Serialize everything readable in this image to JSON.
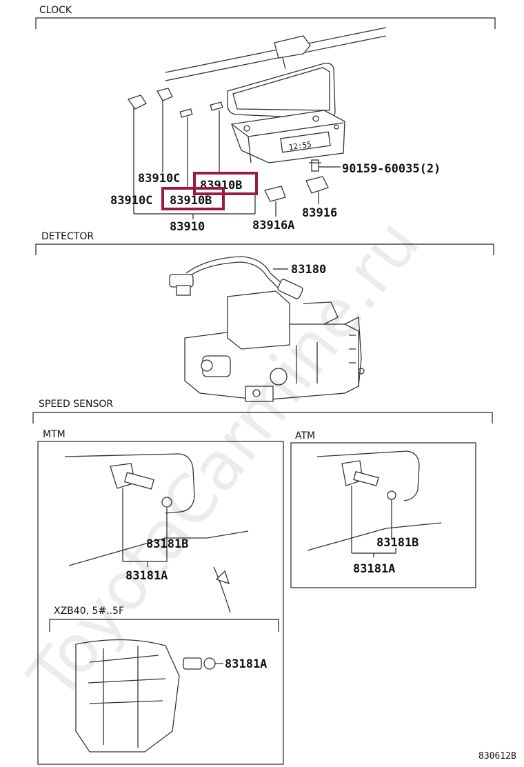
{
  "sections": {
    "clock": "CLOCK",
    "detector": "DETECTOR",
    "speed_sensor": "SPEED SENSOR",
    "mtm": "MTM",
    "atm": "ATM",
    "xzb": "XZB40, 5#..5F"
  },
  "parts": {
    "p83910C_upper": "83910C",
    "p83910B_upper": "83910B",
    "p83910C_lower": "83910C",
    "p83910B_lower": "83910B",
    "p83910": "83910",
    "p83916A": "83916A",
    "p83916": "83916",
    "p90159": "90159-60035(2)",
    "p83180": "83180",
    "mtm_83181B": "83181B",
    "mtm_83181A": "83181A",
    "atm_83181B": "83181B",
    "atm_83181A": "83181A",
    "xzb_83181A": "83181A"
  },
  "clock_display": "12:55",
  "watermark": "ToyotaCarmine.ru",
  "diagram_code": "830612B",
  "colors": {
    "highlight": "#9b1c3a",
    "line": "#222222"
  }
}
